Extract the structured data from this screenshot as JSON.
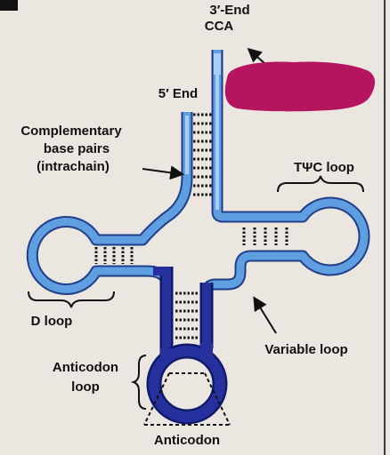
{
  "labels": {
    "end_3": "3′-End",
    "cca": "CCA",
    "end_5": "5′ End",
    "complementary_line1": "Complementary",
    "complementary_line2": "base pairs",
    "complementary_line3": "(intrachain)",
    "tpsic_loop": "TΨC loop",
    "d_loop": "D loop",
    "variable_loop": "Variable loop",
    "anticodon_loop_line1": "Anticodon",
    "anticodon_loop_line2": "loop",
    "anticodon": "Anticodon"
  },
  "colors": {
    "background": "#ece6e1",
    "strand_light_blue": "#5f9ee0",
    "strand_pale": "#a9cdf3",
    "strand_dark_blue": "#26319e",
    "base_pairs": "#111111",
    "redaction": "#b5145e"
  }
}
